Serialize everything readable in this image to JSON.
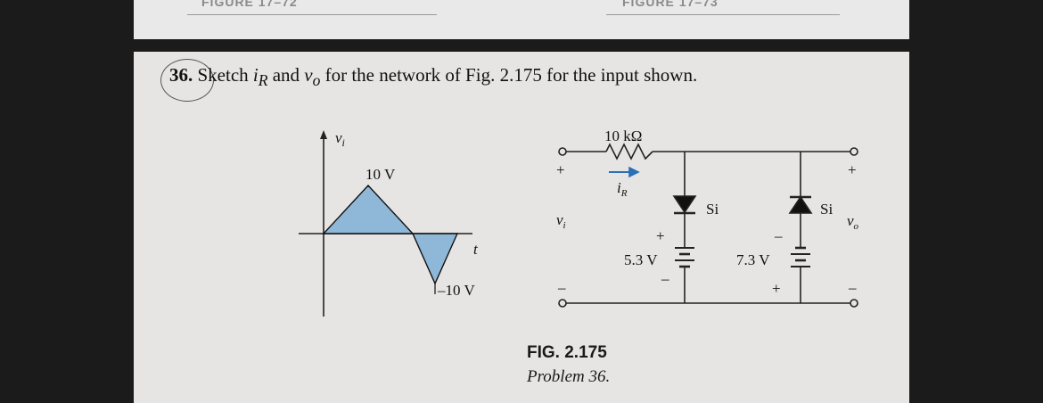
{
  "top": {
    "left_fig": "FIGURE 17–72",
    "right_fig": "FIGURE 17–73"
  },
  "problem": {
    "number": "36.",
    "text": "Sketch i_R and v_o for the network of Fig. 2.175 for the input shown."
  },
  "waveform": {
    "axis_label": "v_i",
    "peak_label": "10 V",
    "trough_label": "–10 V",
    "time_label": "t",
    "peak_v": 10,
    "trough_v": -10
  },
  "circuit": {
    "resistor_label": "10 kΩ",
    "current_label": "i_R",
    "input_label": "v_i",
    "output_label": "v_o",
    "diode1_label": "Si",
    "diode2_label": "Si",
    "battery1_label": "5.3 V",
    "battery2_label": "7.3 V",
    "plus": "+",
    "minus": "–"
  },
  "caption": {
    "title": "FIG. 2.175",
    "subtitle": "Problem 36."
  },
  "colors": {
    "fill_blue": "#8fb8d8",
    "arrow_blue": "#2b6fb5"
  }
}
